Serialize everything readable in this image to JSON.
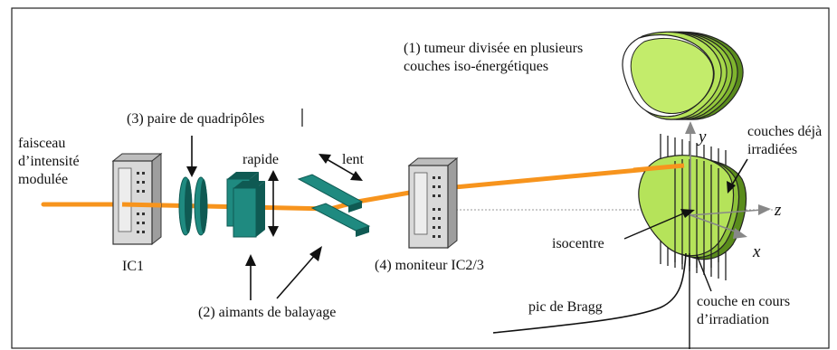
{
  "labels": {
    "beam": [
      "faisceau",
      "d’intensité",
      "modulée"
    ],
    "ic1": "IC1",
    "quadrupoles": "(3) paire de quadripôles",
    "rapide": "rapide",
    "lent": "lent",
    "magnets": "(2) aimants de balayage",
    "monitor": "(4) moniteur IC2/3",
    "tumour": [
      "(1) tumeur divisée en plusieurs",
      "couches iso-énergétiques"
    ],
    "layers_done": [
      "couches déjà",
      "irradiées"
    ],
    "isocentre": "isocentre",
    "bragg": "pic de Bragg",
    "current_layer": [
      "couche en cours",
      "d’irradiation"
    ]
  },
  "axes": {
    "y": "y",
    "z": "z",
    "x": "x"
  },
  "colors": {
    "beam": "#f7941d",
    "magnet": "#1f8a80",
    "magnet_dark": "#0f5a53",
    "tumour_light": "#b5e35a",
    "tumour_dark": "#5a8c1c",
    "device": "#d9d9d9"
  }
}
